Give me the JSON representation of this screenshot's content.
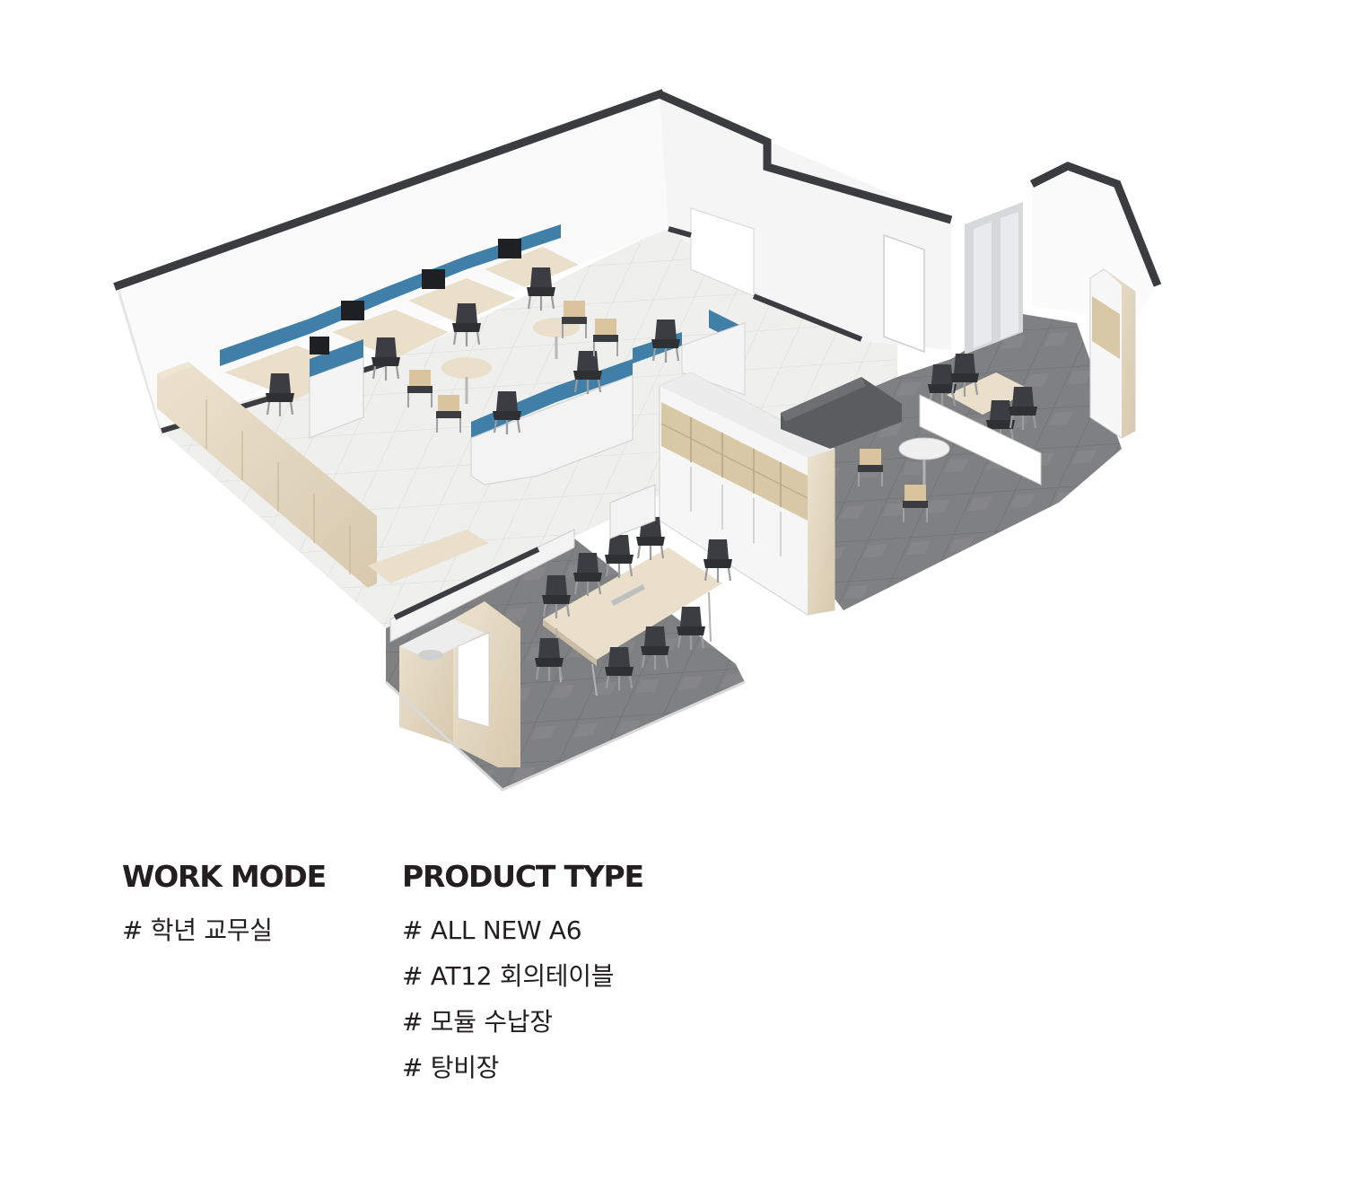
{
  "work_mode": {
    "heading": "WORK MODE",
    "items": [
      "# 학년 교무실"
    ]
  },
  "product_type": {
    "heading": "PRODUCT TYPE",
    "items": [
      "# ALL NEW A6",
      "# AT12 회의테이블",
      "# 모듈 수납장",
      "# 탕비장"
    ]
  },
  "colors": {
    "text": "#231f20",
    "wall": "#ffffff",
    "wall_cap": "#3a3c40",
    "floor_light": "#ededeb",
    "floor_dark": "#7d7e80",
    "partition_blue": "#3f7fa8",
    "wood": "#e3d6c0",
    "chair": "#3b3d42"
  }
}
